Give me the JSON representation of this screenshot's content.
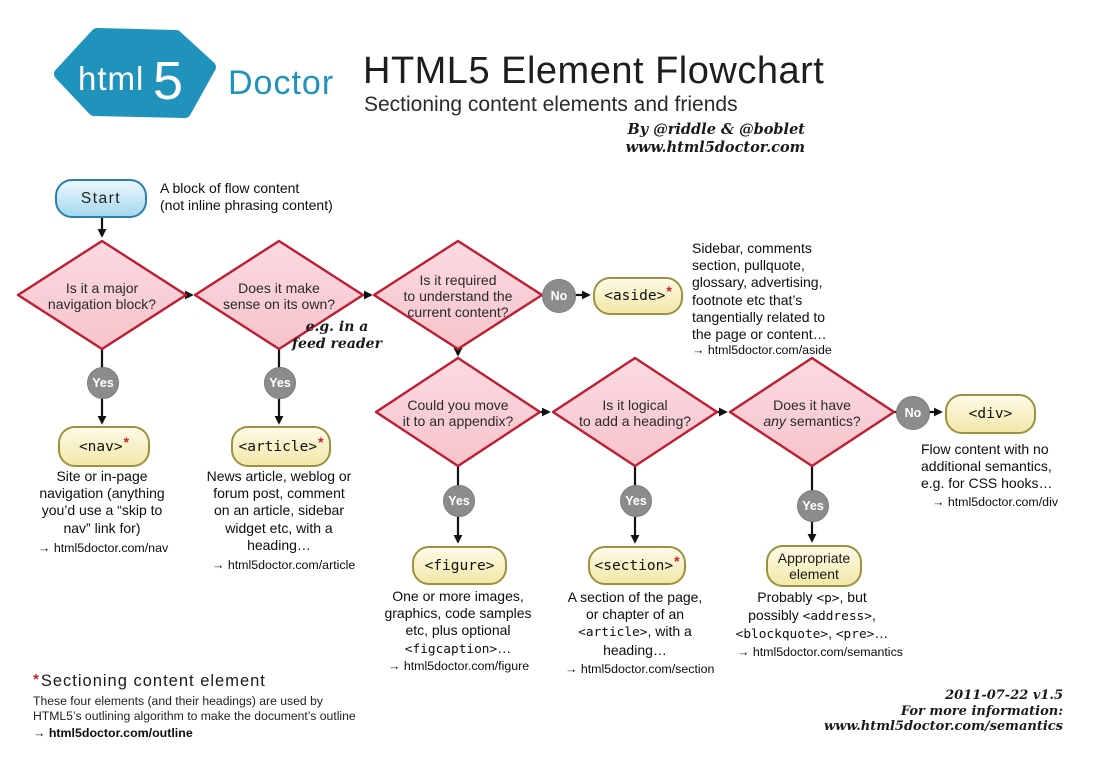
{
  "header": {
    "logo_html": "html",
    "logo_five": "5",
    "logo_doctor": "Doctor",
    "title": "HTML5 Element Flowchart",
    "subtitle": "Sectioning content elements and friends",
    "credit_by": "By @riddle & @boblet",
    "credit_site": "www.html5doctor.com"
  },
  "colors": {
    "brand_blue": "#2093bc",
    "diamond_fill": "#f8ccd4",
    "diamond_border": "#c01d32",
    "node_fill": "#f9f3c4",
    "node_border": "#9c923d",
    "start_fill": "#a6d8ee",
    "start_border": "#2b7fb0",
    "connector_circle_gray": "#8c8c8c",
    "asterisk_red": "#cc1f2c"
  },
  "start": {
    "label": "Start",
    "note_line1": "A block of flow content",
    "note_line2": "(not inline phrasing content)"
  },
  "decisions": [
    {
      "lines": [
        "Is it a major",
        "navigation block?"
      ]
    },
    {
      "lines": [
        "Does it make",
        "sense on its own?"
      ]
    },
    {
      "lines": [
        "Is it required",
        "to understand the",
        "current content?"
      ]
    },
    {
      "lines": [
        "Could you move",
        "it to an appendix?"
      ]
    },
    {
      "lines": [
        "Is it logical",
        "to add a heading?"
      ]
    },
    {
      "line1": "Does it have",
      "italic": "any",
      "rest": " semantics?"
    }
  ],
  "connector_labels": {
    "yes": "Yes",
    "no": "No"
  },
  "feed_note": {
    "line1": "e.g. in a",
    "line2": "feed reader"
  },
  "elements": {
    "nav": {
      "tag": "<nav>",
      "asterisk": "*",
      "desc": [
        "Site or in-page",
        "navigation (anything",
        "you’d use a “skip to",
        "nav” link for)"
      ],
      "link": "→ html5doctor.com/nav"
    },
    "article": {
      "tag": "<article>",
      "asterisk": "*",
      "desc": [
        "News article, weblog or",
        "forum post, comment",
        "on an article, sidebar",
        "widget etc, with a",
        "heading…"
      ],
      "link": "→ html5doctor.com/article"
    },
    "aside": {
      "tag": "<aside>",
      "asterisk": "*",
      "desc": [
        "Sidebar, comments",
        "section, pullquote,",
        "glossary, advertising,",
        "footnote etc that’s",
        "tangentially related to",
        "the page or content…"
      ],
      "link": "→ html5doctor.com/aside"
    },
    "figure": {
      "tag": "<figure>",
      "desc": [
        "One or more images,",
        "graphics, code samples",
        "etc, plus optional"
      ],
      "desc_code": "<figcaption>",
      "desc_tail": "…",
      "link": "→ html5doctor.com/figure"
    },
    "section": {
      "tag": "<section>",
      "asterisk": "*",
      "desc_l1": "A section of the page,",
      "desc_l2": "or chapter of an",
      "desc_l3_code": "<article>",
      "desc_l3_rest": ", with a",
      "desc_l4": "heading…",
      "link": "→ html5doctor.com/section"
    },
    "appropriate": {
      "label_l1": "Appropriate",
      "label_l2": "element",
      "l1_pre": "Probably ",
      "l1_code": "<p>",
      "l1_post": ", but",
      "l2_pre": "possibly ",
      "l2_code": "<address>",
      "l2_post": ",",
      "l3_code1": "<blockquote>",
      "l3_mid": ", ",
      "l3_code2": "<pre>",
      "l3_post": "…",
      "link": "→ html5doctor.com/semantics"
    },
    "div": {
      "tag": "<div>",
      "desc": [
        "Flow content with no",
        "additional semantics,",
        "e.g. for CSS hooks…"
      ],
      "link": "→ html5doctor.com/div"
    }
  },
  "footnote": {
    "asterisk": "*",
    "title": "Sectioning content element",
    "body_l1": "These four elements (and their headings) are used by",
    "body_l2": "HTML5’s outlining algorithm to make the document’s outline",
    "link": "→ html5doctor.com/outline"
  },
  "meta": {
    "version": "2011-07-22 v1.5",
    "info_label": "For more information:",
    "info_url": "www.html5doctor.com/semantics"
  }
}
